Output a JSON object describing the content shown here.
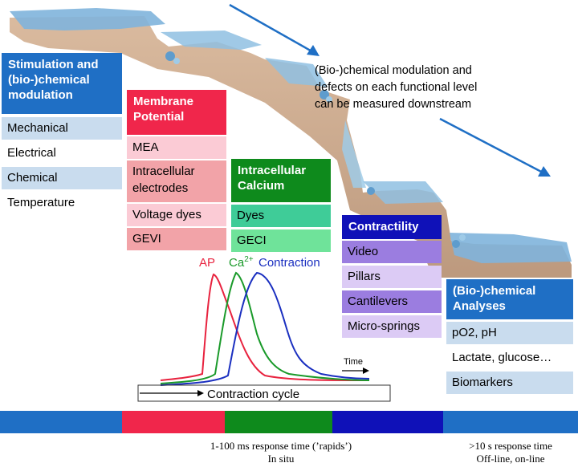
{
  "note": {
    "line1": "(Bio-)chemical modulation and",
    "line2": "defects on each functional level",
    "line3": "can be measured downstream"
  },
  "stimulation": {
    "title_l1": "Stimulation and",
    "title_l2": "(bio-)chemical",
    "title_l3": "modulation",
    "items": [
      "Mechanical",
      "Electrical",
      "Chemical",
      "Temperature"
    ]
  },
  "membrane": {
    "title_l1": "Membrane",
    "title_l2": "Potential",
    "items": [
      "MEA",
      "Intracellular",
      "electrodes",
      "Voltage dyes",
      "GEVI"
    ]
  },
  "calcium": {
    "title_l1": "Intracellular",
    "title_l2": "Calcium",
    "items": [
      "Dyes",
      "GECI"
    ]
  },
  "contractility": {
    "title": "Contractility",
    "items": [
      "Video",
      "Pillars",
      "Cantilevers",
      "Micro-springs"
    ]
  },
  "analyses": {
    "title_l1": "(Bio-)chemical",
    "title_l2": "Analyses",
    "items": [
      "pO2, pH",
      "Lactate, glucose…",
      "Biomarkers"
    ]
  },
  "traces": {
    "ap": "AP",
    "ca": "Ca",
    "ca_sup": "2+",
    "contraction": "Contraction",
    "time": "Time",
    "cycle": "Contraction cycle"
  },
  "footer": {
    "left_l1": "1-100 ms response time (’rapids’)",
    "left_l2": "In situ",
    "right_l1": ">10 s response time",
    "right_l2": "Off-line, on-line"
  },
  "colors": {
    "blue_header": "#1f6fc5",
    "light_blue": "#c9dcee",
    "red_header": "#f0264b",
    "pink_light": "#fbcbd5",
    "pink_mid": "#f2a3a8",
    "green_header": "#0e8a1c",
    "teal": "#3fcc98",
    "mint": "#6fe39a",
    "navy_header": "#0f11b8",
    "purple": "#9b7de0",
    "lavender": "#dccbf5",
    "ap_trace": "#e8233f",
    "ca_trace": "#1a9a2a",
    "contraction_trace": "#1a2fc0"
  }
}
